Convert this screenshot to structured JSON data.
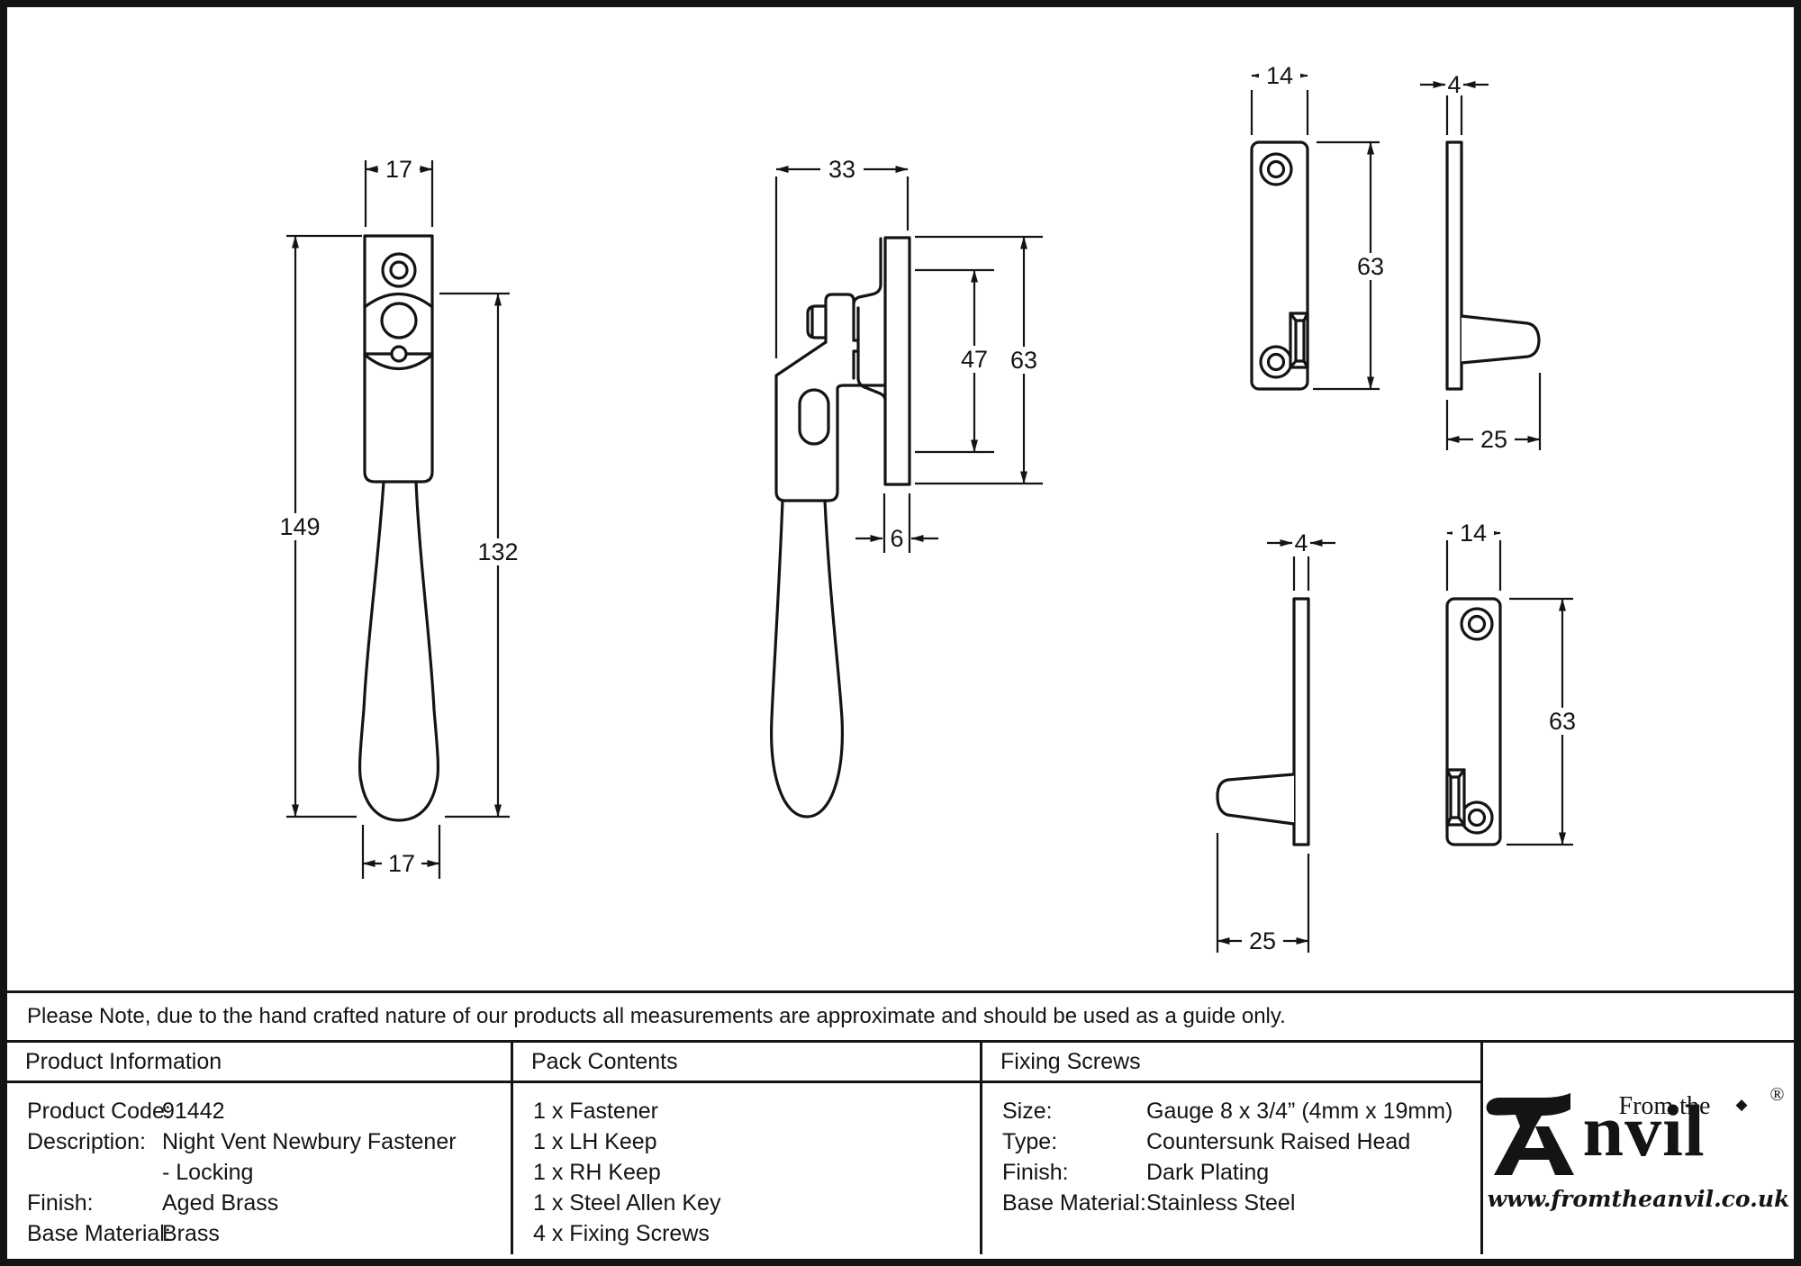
{
  "note": "Please Note, due to the hand crafted nature of our products all measurements are approximate and should be used as a guide only.",
  "table": {
    "product_information": {
      "header": "Product Information",
      "rows": [
        {
          "label": "Product Code:",
          "value": "91442"
        },
        {
          "label": "Description:",
          "value": "Night Vent Newbury Fastener"
        },
        {
          "label": "",
          "value": "- Locking"
        },
        {
          "label": "Finish:",
          "value": "Aged Brass"
        },
        {
          "label": "Base Material:",
          "value": "Brass"
        }
      ]
    },
    "pack_contents": {
      "header": "Pack Contents",
      "items": [
        "1 x Fastener",
        "1 x LH Keep",
        "1 x RH Keep",
        "1 x Steel Allen Key",
        "4 x Fixing Screws"
      ]
    },
    "fixing_screws": {
      "header": "Fixing Screws",
      "rows": [
        {
          "label": "Size:",
          "value": "Gauge 8 x 3/4” (4mm x 19mm)"
        },
        {
          "label": "Type:",
          "value": "Countersunk Raised Head"
        },
        {
          "label": "Finish:",
          "value": "Dark Plating"
        },
        {
          "label": "Base Material:",
          "value": "Stainless Steel"
        }
      ]
    }
  },
  "logo": {
    "tagline": "From the",
    "name_rest": "nvil",
    "diamond": "◆",
    "registered": "®",
    "url": "www.fromtheanvil.co.uk"
  },
  "colors": {
    "line": "#141414",
    "background": "#ffffff"
  },
  "dimensions": {
    "fastener_front": {
      "width_top": "17",
      "height_overall": "149",
      "height_handle": "132",
      "width_bottom": "17"
    },
    "fastener_side": {
      "width": "33",
      "keep_inner_height": "47",
      "keep_height": "63",
      "plate_thickness": "6"
    },
    "keep_lh_front": {
      "width": "14",
      "height": "63"
    },
    "keep_lh_side": {
      "thickness": "4",
      "depth": "25"
    },
    "keep_rh_side": {
      "thickness": "4",
      "depth": "25"
    },
    "keep_rh_front": {
      "width": "14",
      "height": "63"
    }
  }
}
